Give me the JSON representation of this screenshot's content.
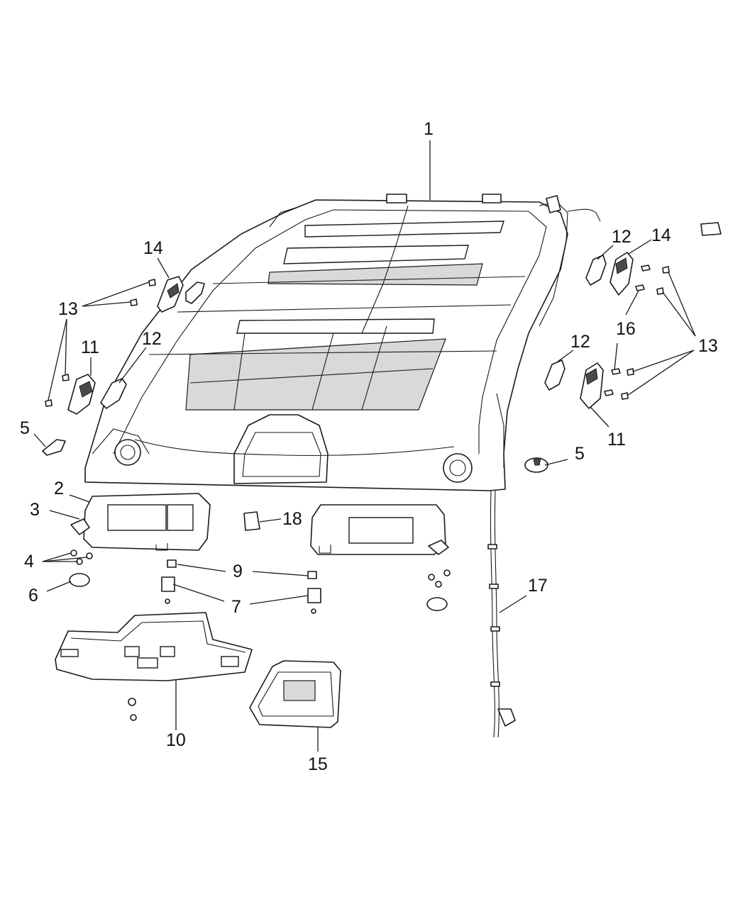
{
  "callouts": {
    "c1": "1",
    "c2": "2",
    "c3": "3",
    "c4": "4",
    "c5_left": "5",
    "c5_right": "5",
    "c6": "6",
    "c7": "7",
    "c9": "9",
    "c10": "10",
    "c11_left": "11",
    "c11_right": "11",
    "c12_left": "12",
    "c12_right_top": "12",
    "c12_right_mid": "12",
    "c13_left": "13",
    "c13_right": "13",
    "c14_left": "14",
    "c14_right": "14",
    "c15": "15",
    "c16": "16",
    "c17": "17",
    "c18": "18"
  },
  "colors": {
    "line": "#1a1a1a",
    "background": "#ffffff",
    "shade": "#d9d9d9"
  }
}
